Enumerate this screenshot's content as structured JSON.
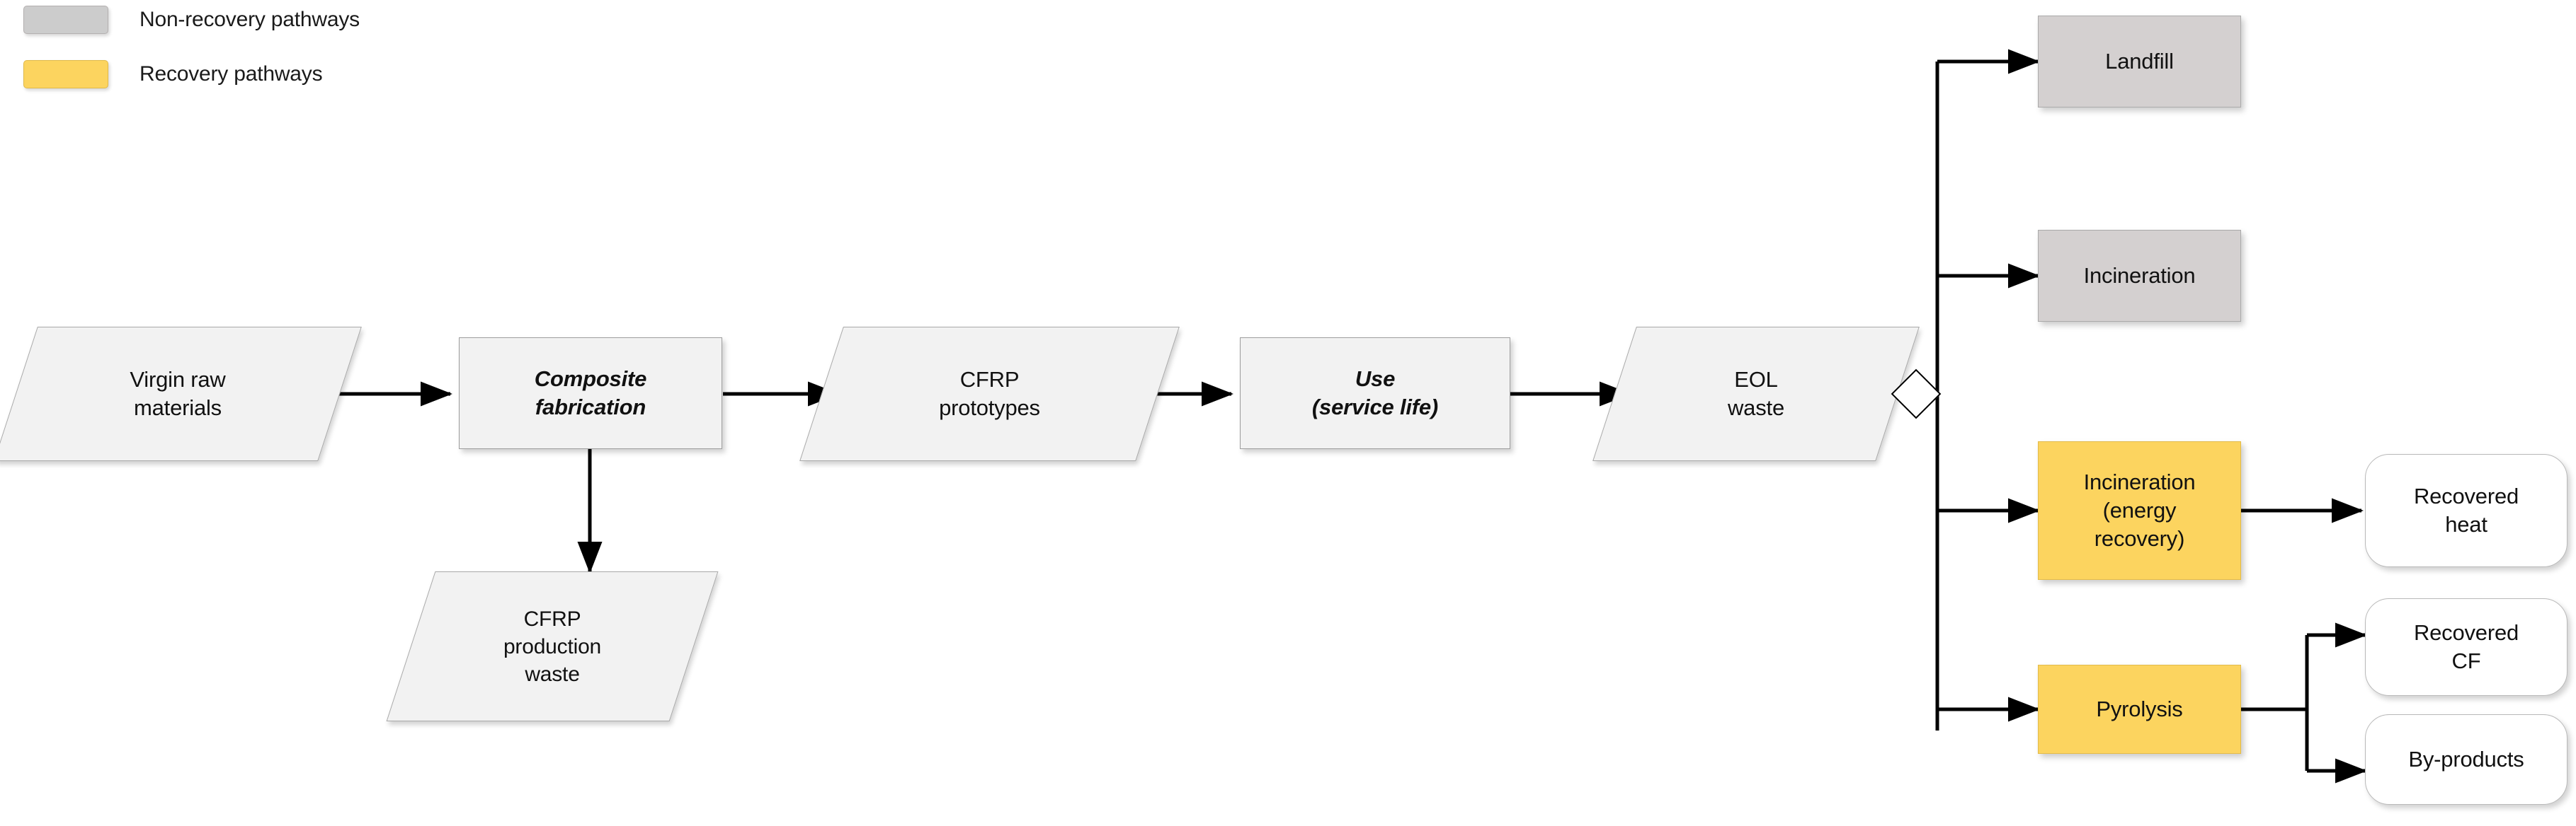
{
  "legend": {
    "items": [
      {
        "label": "Non-recovery pathways",
        "color": "#cccccc",
        "swatch_name": "legend-swatch-non-recovery"
      },
      {
        "label": "Recovery pathways",
        "color": "#fcd45f",
        "swatch_name": "legend-swatch-recovery"
      }
    ]
  },
  "flow": {
    "main_chain": [
      {
        "id": "virgin-raw-materials",
        "label": "Virgin raw\nmaterials",
        "shape": "parallelogram",
        "style": "neutral"
      },
      {
        "id": "composite-fabrication",
        "label": "Composite\nfabrication",
        "shape": "rectangle",
        "style": "process"
      },
      {
        "id": "cfrp-prototypes",
        "label": "CFRP\nprototypes",
        "shape": "parallelogram",
        "style": "neutral"
      },
      {
        "id": "use-service-life",
        "label": "Use\n(service life)",
        "shape": "rectangle",
        "style": "process"
      },
      {
        "id": "eol-waste",
        "label": "EOL\nwaste",
        "shape": "parallelogram",
        "style": "neutral"
      }
    ],
    "side_node": {
      "id": "cfrp-production-waste",
      "label": "CFRP\nproduction\nwaste",
      "shape": "parallelogram",
      "style": "neutral"
    },
    "decision": {
      "id": "eol-decision",
      "label": "",
      "shape": "diamond"
    },
    "destinations": [
      {
        "id": "landfill",
        "label": "Landfill",
        "category": "Non-recovery pathways",
        "color": "#d4d0d0"
      },
      {
        "id": "incineration",
        "label": "Incineration",
        "category": "Non-recovery pathways",
        "color": "#d4d0d0"
      },
      {
        "id": "incineration-energy-recovery",
        "label": "Incineration\n(energy\nrecovery)",
        "category": "Recovery pathways",
        "color": "#fcd45f"
      },
      {
        "id": "pyrolysis",
        "label": "Pyrolysis",
        "category": "Recovery pathways",
        "color": "#fcd45f"
      }
    ],
    "outputs": [
      {
        "id": "recovered-heat",
        "label": "Recovered\nheat",
        "from": "incineration-energy-recovery"
      },
      {
        "id": "recovered-cf",
        "label": "Recovered\nCF",
        "from": "pyrolysis"
      },
      {
        "id": "by-products",
        "label": "By-products",
        "from": "pyrolysis"
      }
    ]
  }
}
